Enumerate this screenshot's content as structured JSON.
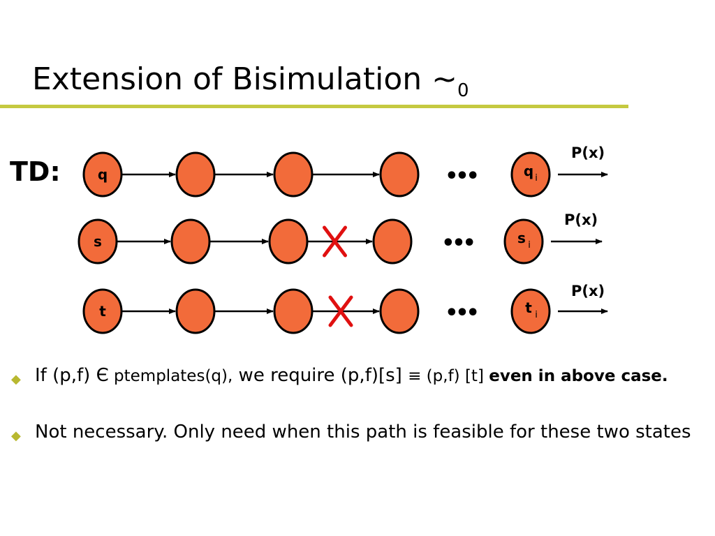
{
  "slide": {
    "title": "Extension of Bisimulation ~",
    "title_sub": "0",
    "rule_color": "#c5c940",
    "td_label": "TD:"
  },
  "diagram": {
    "node_color": "#f26b3a",
    "cross_color": "#e01010",
    "ellipsis": "•••",
    "rows": [
      {
        "start": "q",
        "end": "q",
        "end_sub": "i",
        "output": "P(x)",
        "has_cross": false
      },
      {
        "start": "s",
        "end": "s",
        "end_sub": "i",
        "output": "P(x)",
        "has_cross": true
      },
      {
        "start": "t",
        "end": "t",
        "end_sub": "i",
        "output": "P(x)",
        "has_cross": true
      }
    ]
  },
  "bullets": {
    "b1_part1": "If (p,f) ",
    "b1_in": "Є",
    "b1_part2": " ptemplates(q),",
    "b1_part3": " we require (p,f)[s] ",
    "b1_equiv": "≡",
    "b1_part4": " (p,f) [t] ",
    "b1_bold": "even in above case.",
    "b2": "Not necessary.  Only need when this path is feasible for these two states"
  }
}
